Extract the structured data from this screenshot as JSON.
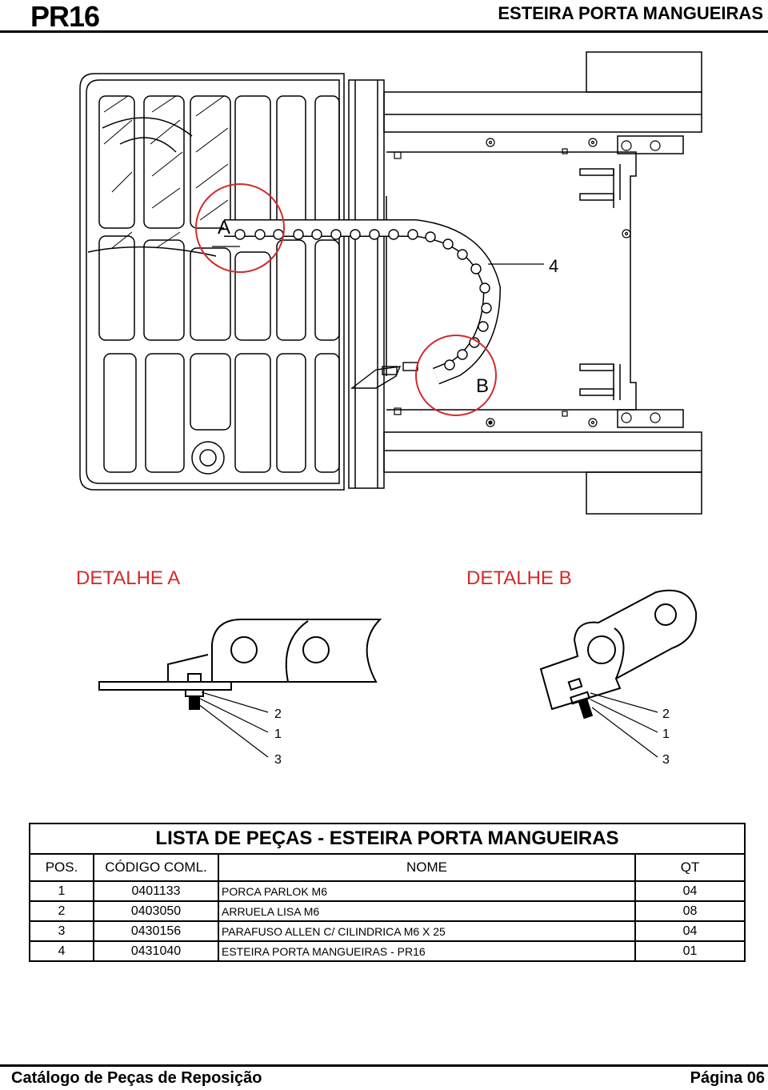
{
  "header": {
    "model": "PR16",
    "title": "ESTEIRA PORTA MANGUEIRAS"
  },
  "drawing": {
    "callouts": {
      "a": "A",
      "b": "B",
      "part": "4"
    },
    "detail_a": {
      "title": "DETALHE A",
      "labels": [
        "2",
        "1",
        "3"
      ]
    },
    "detail_b": {
      "title": "DETALHE B",
      "labels": [
        "2",
        "1",
        "3"
      ]
    },
    "colors": {
      "detail": "#d42a2a",
      "line": "#000000"
    }
  },
  "parts_list": {
    "title": "LISTA DE PEÇAS - ESTEIRA PORTA MANGUEIRAS",
    "columns": {
      "pos": "POS.",
      "code": "CÓDIGO COML.",
      "name": "NOME",
      "qt": "QT"
    },
    "rows": [
      {
        "pos": "1",
        "code": "0401133",
        "name": "PORCA PARLOK M6",
        "qt": "04"
      },
      {
        "pos": "2",
        "code": "0403050",
        "name": "ARRUELA LISA M6",
        "qt": "08"
      },
      {
        "pos": "3",
        "code": "0430156",
        "name": "PARAFUSO ALLEN C/ CILINDRICA M6 X 25",
        "qt": "04"
      },
      {
        "pos": "4",
        "code": "0431040",
        "name": "ESTEIRA PORTA MANGUEIRAS - PR16",
        "qt": "01"
      }
    ]
  },
  "footer": {
    "catalog": "Catálogo de Peças de Reposição",
    "page": "Página 06"
  }
}
